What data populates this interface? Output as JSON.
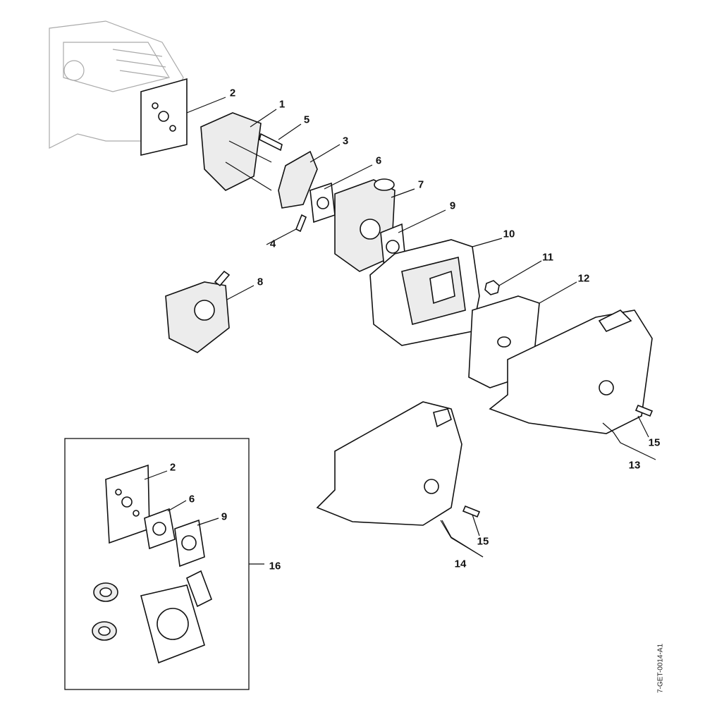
{
  "labels": {
    "l1": "1",
    "l2": "2",
    "l3": "3",
    "l4": "4",
    "l5": "5",
    "l6": "6",
    "l7": "7",
    "l8": "8",
    "l9": "9",
    "l10": "10",
    "l11": "11",
    "l12": "12",
    "l13": "13",
    "l14": "14",
    "l15a": "15",
    "l15b": "15",
    "l16": "16",
    "k2": "2",
    "k6": "6",
    "k9": "9"
  },
  "drawing_code": "7-GET-0014-A1"
}
